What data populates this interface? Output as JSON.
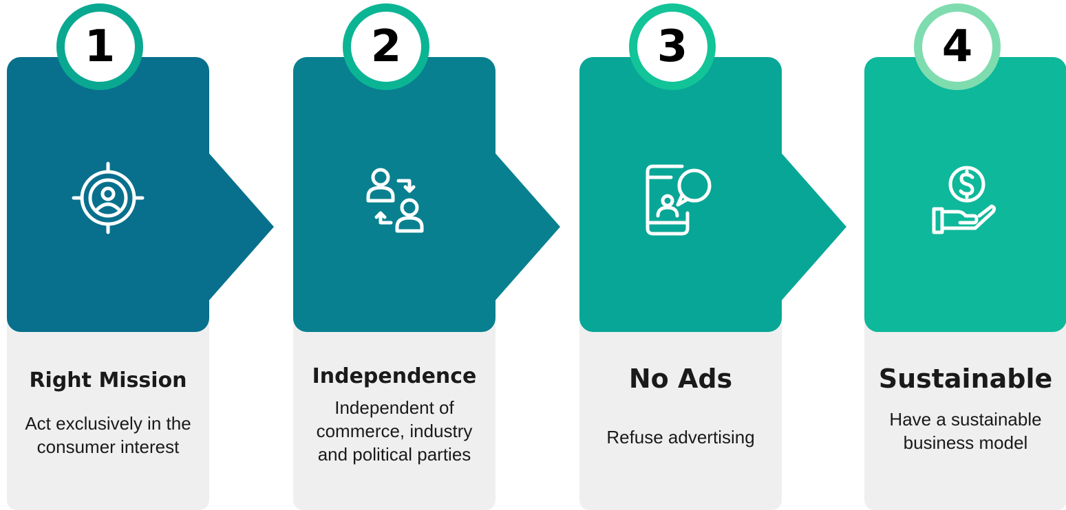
{
  "colors": {
    "card1": "#08708d",
    "card2": "#08808f",
    "card3": "#08a696",
    "card4": "#0eb89a",
    "ring1": "#0aa890",
    "ring2": "#0bb594",
    "ring3": "#12c498",
    "ring4": "#7fdcaf",
    "panel": "#efefef"
  },
  "steps": [
    {
      "number": "1",
      "icon": "target-person-icon",
      "title": "Right Mission",
      "description": "Act exclusively in the consumer interest"
    },
    {
      "number": "2",
      "icon": "people-exchange-icon",
      "title": "Independence",
      "description": "Independent of commerce, industry and political parties"
    },
    {
      "number": "3",
      "icon": "phone-chat-icon",
      "title": "No Ads",
      "description": "Refuse advertising"
    },
    {
      "number": "4",
      "icon": "hand-coin-icon",
      "title": "Sustainable",
      "description": "Have a sustainable business model"
    }
  ]
}
